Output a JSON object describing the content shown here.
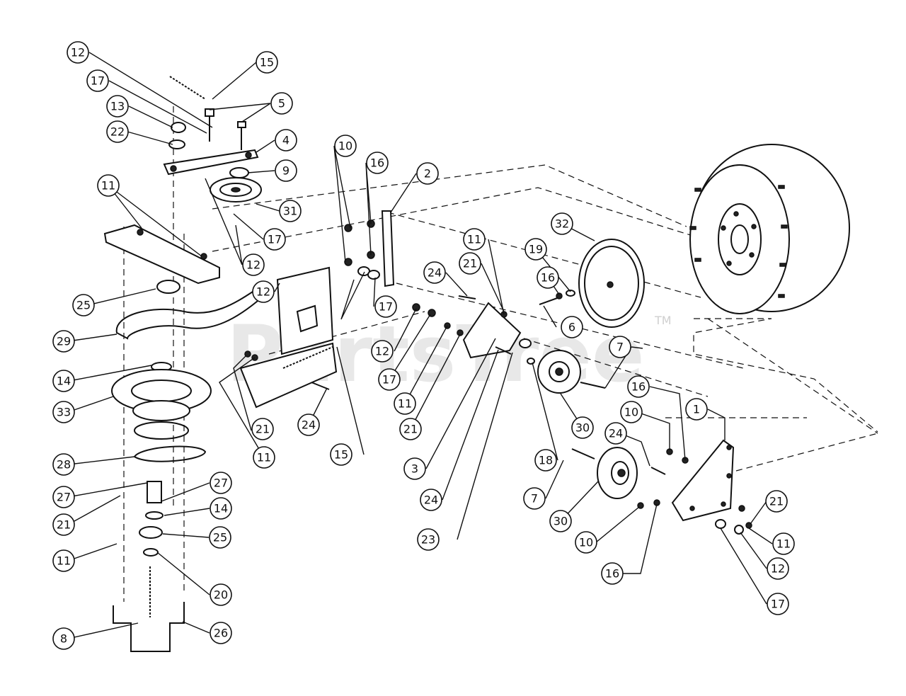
{
  "watermark": {
    "text": "PartsTree",
    "tm": "TM"
  },
  "callouts": [
    "12",
    "15",
    "17",
    "13",
    "5",
    "22",
    "4",
    "9",
    "11",
    "31",
    "17",
    "12",
    "25",
    "29",
    "14",
    "33",
    "28",
    "27",
    "27",
    "21",
    "14",
    "25",
    "11",
    "20",
    "8",
    "26",
    "10",
    "16",
    "2",
    "11",
    "21",
    "24",
    "32",
    "19",
    "16",
    "6",
    "12",
    "17",
    "12",
    "17",
    "11",
    "21",
    "21",
    "11",
    "24",
    "15",
    "3",
    "24",
    "23",
    "18",
    "7",
    "30",
    "16",
    "1",
    "10",
    "24",
    "7",
    "30",
    "10",
    "16",
    "21",
    "11",
    "12",
    "17"
  ]
}
